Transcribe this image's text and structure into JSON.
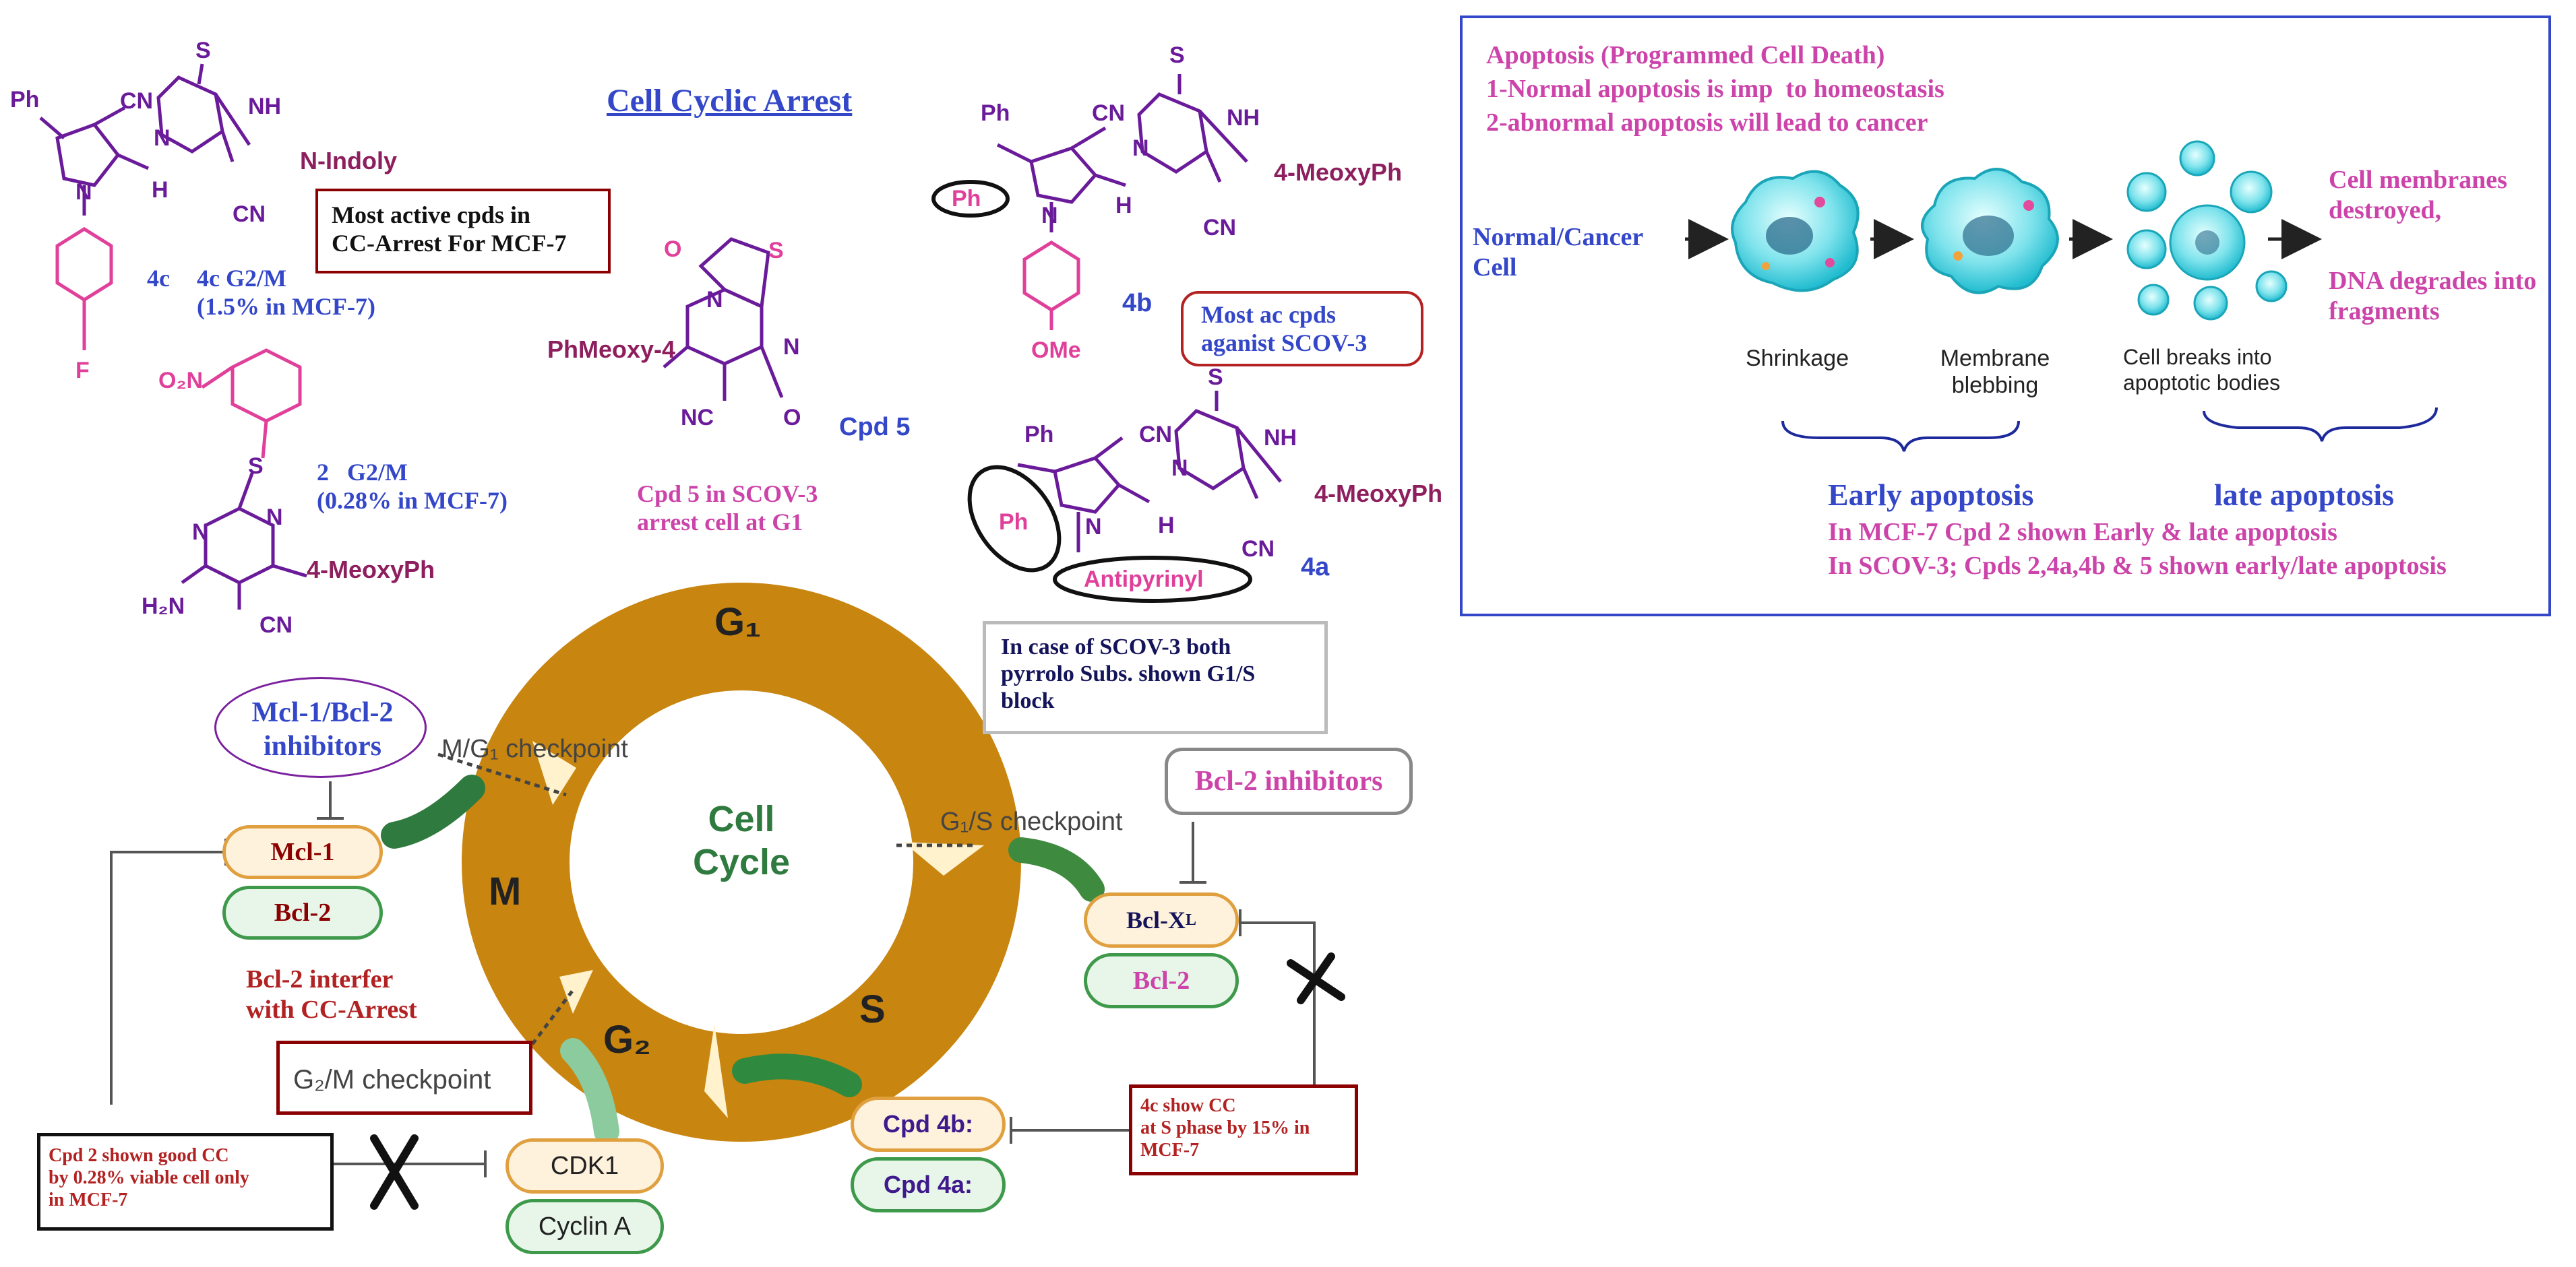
{
  "colors": {
    "ring": "#C8850F",
    "blue": "#3347C8",
    "purple": "#7A1F9E",
    "magenta": "#CC44AA",
    "darkred": "#8B0000",
    "navy": "#14145A",
    "green": "#2F7A3F",
    "cyan": "#24C7D9"
  },
  "chemistry": {
    "c4c": {
      "ph": "Ph",
      "cn1": "CN",
      "s": "S",
      "nh": "NH",
      "n_ring": "N",
      "n_pyr": "N",
      "h": "H",
      "sub": "N-Indoly",
      "cn2": "CN",
      "f": "F",
      "label": "4c"
    },
    "c4c_result": "4c G2/M\n(1.5% in MCF-7)",
    "c2": {
      "no2": "O₂N",
      "s": "S",
      "n1": "N",
      "n2": "N",
      "h2n": "H₂N",
      "sub": "4-MeoxyPh",
      "cn": "CN"
    },
    "c2_result": "2   G2/M\n(0.28% in MCF-7)",
    "c5": {
      "o_top": "O",
      "s": "S",
      "n_ring": "N",
      "n2": "N",
      "sub": "PhMeoxy-4",
      "nc": "NC",
      "o_bot": "O",
      "label": "Cpd 5"
    },
    "c5_result": "Cpd 5 in SCOV-3\narrest cell at G1",
    "c4b": {
      "s": "S",
      "ph": "Ph",
      "cn1": "CN",
      "nh": "NH",
      "n1": "N",
      "ph_circled": "Ph",
      "n_pyr": "N",
      "h": "H",
      "sub": "4-MeoxyPh",
      "cn2": "CN",
      "ome": "OMe",
      "label": "4b"
    },
    "c4a": {
      "s": "S",
      "ph": "Ph",
      "cn1": "CN",
      "nh": "NH",
      "n1": "N",
      "ph_circled": "Ph",
      "n_pyr": "N",
      "h": "H",
      "sub": "4-MeoxyPh",
      "cn2": "CN",
      "antipyrinyl": "Antipyrinyl",
      "label": "4a"
    }
  },
  "labels": {
    "cell_cyclic_arrest": "Cell Cyclic Arrest",
    "most_active": "Most active cpds in\nCC-Arrest For MCF-7",
    "most_ac_scov": "Most ac cpds\naganist SCOV-3",
    "scov3_pyrrolo": "In case of SCOV-3 both\npyrrolo Subs. shown G1/S\nblock",
    "bcl2_interfer": "Bcl-2 interfer\nwith CC-Arrest",
    "cpd2_cc": "Cpd 2 shown good CC\nby 0.28% viable cell only\nin MCF-7",
    "c4c_s_phase": "4c show CC\nat S phase by 15% in\nMCF-7"
  },
  "cycle": {
    "g1": "G₁",
    "m": "M",
    "g2": "G₂",
    "s": "S",
    "center": "Cell\nCycle",
    "mg1_checkpoint": "M/G₁ checkpoint",
    "g1s_checkpoint": "G₁/S checkpoint",
    "g2m_checkpoint": "G₂/M checkpoint"
  },
  "proteins": {
    "mcl_bcl_inhib": "Mcl-1/Bcl-2\ninhibitors",
    "mcl1": "Mcl-1",
    "bcl2_left": "Bcl-2",
    "bcl2_inhib": "Bcl-2 inhibitors",
    "bclxl": "Bcl-X",
    "bclxl_sub": "L",
    "bcl2_right": "Bcl-2",
    "cdk1": "CDK1",
    "cyclin_a": "Cyclin A",
    "cpd4b": "Cpd 4b:",
    "cpd4a": "Cpd 4a:"
  },
  "apoptosis": {
    "title": "Apoptosis (Programmed Cell Death)",
    "line1": "1-Normal apoptosis is imp  to homeostasis",
    "line2": "2-abnormal apoptosis will lead to cancer",
    "normal_cell": "Normal/Cancer\nCell",
    "shrinkage": "Shrinkage",
    "blebbing": "Membrane\nblebbing",
    "bodies": "Cell breaks into\napoptotic bodies",
    "membranes": "Cell membranes\ndestroyed,",
    "dna": "DNA degrades into\nfragments",
    "early": "Early apoptosis",
    "late": "late apoptosis",
    "mcf7_note": "In MCF-7 Cpd 2 shown Early & late apoptosis",
    "scov3_note": "In SCOV-3; Cpds 2,4a,4b & 5 shown early/late apoptosis"
  }
}
